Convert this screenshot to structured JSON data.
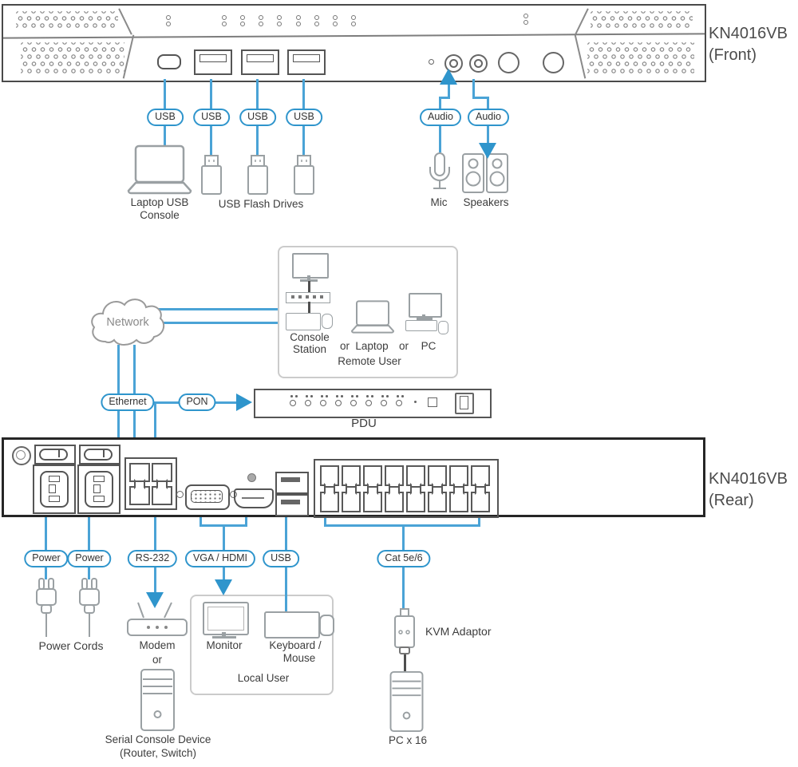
{
  "front": {
    "model": "KN4016VB",
    "view": "(Front)"
  },
  "rear": {
    "model": "KN4016VB",
    "view": "(Rear)"
  },
  "labels": {
    "usb": [
      "USB",
      "USB",
      "USB",
      "USB"
    ],
    "audio": [
      "Audio",
      "Audio"
    ],
    "ethernet": "Ethernet",
    "pon": "PON",
    "power": [
      "Power",
      "Power"
    ],
    "rs232": "RS-232",
    "vga_hdmi": "VGA / HDMI",
    "usb_rear": "USB",
    "cat": "Cat 5e/6"
  },
  "captions": {
    "laptop": [
      "Laptop USB",
      "Console"
    ],
    "flash": "USB Flash Drives",
    "mic": "Mic",
    "speakers": "Speakers",
    "network": "Network",
    "console_station": [
      "Console",
      "Station"
    ],
    "or_a": "or",
    "laptop_remote": "Laptop",
    "or_b": "or",
    "pc_remote": "PC",
    "remote_user": "Remote User",
    "pdu": "PDU",
    "power_cords": "Power Cords",
    "modem": "Modem",
    "or_c": "or",
    "monitor": "Monitor",
    "keyboard": [
      "Keyboard /",
      "Mouse"
    ],
    "local_user": "Local User",
    "serial": [
      "Serial Console Device",
      "(Router, Switch)"
    ],
    "kvm": "KVM Adaptor",
    "pc16": "PC x 16"
  },
  "colors": {
    "cable_blue": "#4aa3d6",
    "label_border_blue": "#2f95cc",
    "panel_border_dark": "#262626",
    "icon_gray": "#9aa0a3",
    "text": "#3d3d3d"
  }
}
